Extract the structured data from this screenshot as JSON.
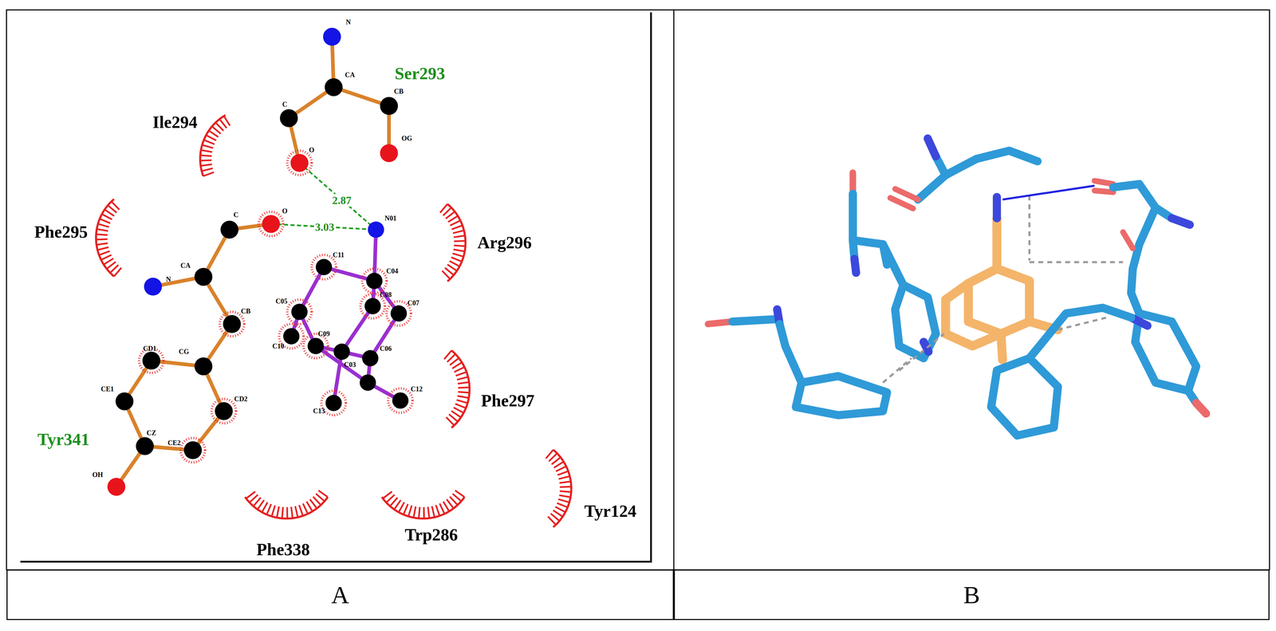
{
  "diagram": {
    "nodes": [
      {
        "text": [
          "A"
        ]
      },
      {
        "text": [
          "B"
        ]
      }
    ],
    "labels": [
      "Ser293",
      "Ile294",
      "Phe295",
      "Arg296",
      "Phe297",
      "Tyr341",
      "Phe338",
      "Trp286",
      "Tyr124",
      "2.87",
      "3.03",
      "N",
      "CA",
      "CB",
      "C",
      "O",
      "OG",
      "O",
      "C",
      "CA",
      "N",
      "CB",
      "CD1",
      "CG",
      "CE1",
      "CD2",
      "CZ",
      "CE2",
      "OH",
      "N01",
      "C11",
      "C04",
      "C08",
      "C07",
      "C05",
      "C10",
      "C09",
      "C03",
      "C06",
      "C13",
      "C12"
    ]
  }
}
